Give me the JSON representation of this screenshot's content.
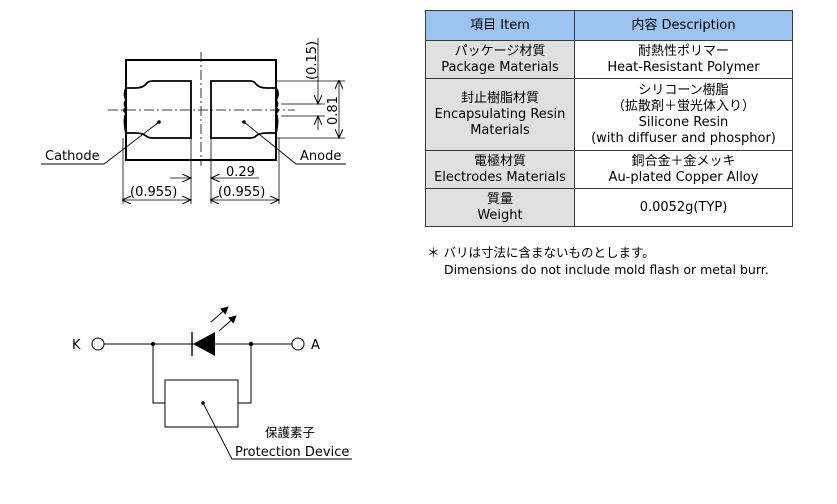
{
  "outline": {
    "labels": {
      "cathode": "Cathode",
      "anode": "Anode"
    },
    "dimensions": {
      "top_offset": "(0.15)",
      "pad_height": "0.81",
      "gap": "0.29",
      "left_pad_width": "(0.955)",
      "right_pad_width": "(0.955)"
    }
  },
  "materials_table": {
    "headers": {
      "item": "項目 Item",
      "description": "内容 Description"
    },
    "rows": [
      {
        "item": [
          "パッケージ材質",
          "Package Materials"
        ],
        "description": [
          "耐熱性ポリマー",
          "Heat-Resistant Polymer"
        ]
      },
      {
        "item": [
          "封止樹脂材質",
          "Encapsulating Resin",
          "Materials"
        ],
        "description": [
          "シリコーン樹脂",
          "（拡散剤＋蛍光体入り）",
          "Silicone Resin",
          "(with diffuser and phosphor)"
        ]
      },
      {
        "item": [
          "電極材質",
          "Electrodes Materials"
        ],
        "description": [
          "銅合金＋金メッキ",
          "Au-plated Copper Alloy"
        ]
      },
      {
        "item": [
          "質量",
          "Weight"
        ],
        "description": [
          "0.0052g(TYP)"
        ]
      }
    ]
  },
  "note": {
    "jp": "＊ バリは寸法に含まないものとします。",
    "en": "Dimensions do not include mold flash or metal burr."
  },
  "circuit": {
    "terminal_k": "K",
    "terminal_a": "A",
    "protection_jp": "保護素子",
    "protection_en": "Protection Device"
  }
}
